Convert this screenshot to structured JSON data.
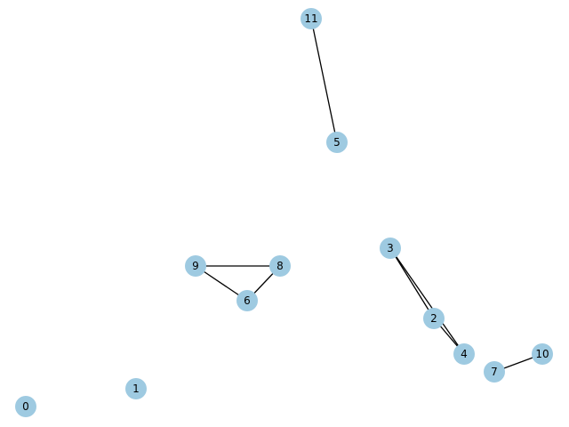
{
  "node_color": "#9ecae1",
  "edge_color": "#000000",
  "nodes": [
    "0",
    "1",
    "2",
    "3",
    "4",
    "5",
    "6",
    "7",
    "8",
    "9",
    "10",
    "11"
  ],
  "edges": [
    [
      "11",
      "5"
    ],
    [
      "9",
      "8"
    ],
    [
      "9",
      "6"
    ],
    [
      "8",
      "6"
    ],
    [
      "3",
      "2"
    ],
    [
      "3",
      "4"
    ],
    [
      "2",
      "4"
    ],
    [
      "7",
      "10"
    ]
  ]
}
